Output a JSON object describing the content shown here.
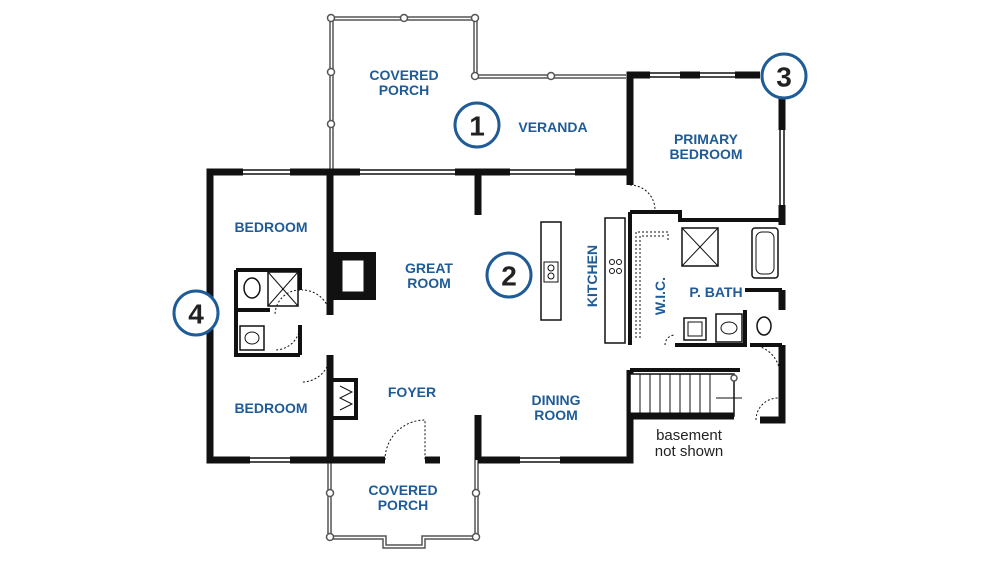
{
  "rooms": {
    "covered_porch_top": [
      "COVERED",
      "PORCH"
    ],
    "veranda": "VERANDA",
    "primary_bedroom": [
      "PRIMARY",
      "BEDROOM"
    ],
    "bedroom_top": "BEDROOM",
    "great_room": [
      "GREAT",
      "ROOM"
    ],
    "kitchen": "KITCHEN",
    "wic": "W.I.C.",
    "p_bath": "P. BATH",
    "bedroom_bottom": "BEDROOM",
    "foyer": "FOYER",
    "dining_room": [
      "DINING",
      "ROOM"
    ],
    "covered_porch_bottom": [
      "COVERED",
      "PORCH"
    ]
  },
  "note": [
    "basement",
    "not shown"
  ],
  "markers": [
    "1",
    "2",
    "3",
    "4"
  ],
  "colors": {
    "label": "#1f5b96",
    "wall": "#111111",
    "marker_ring": "#1f5b96"
  }
}
